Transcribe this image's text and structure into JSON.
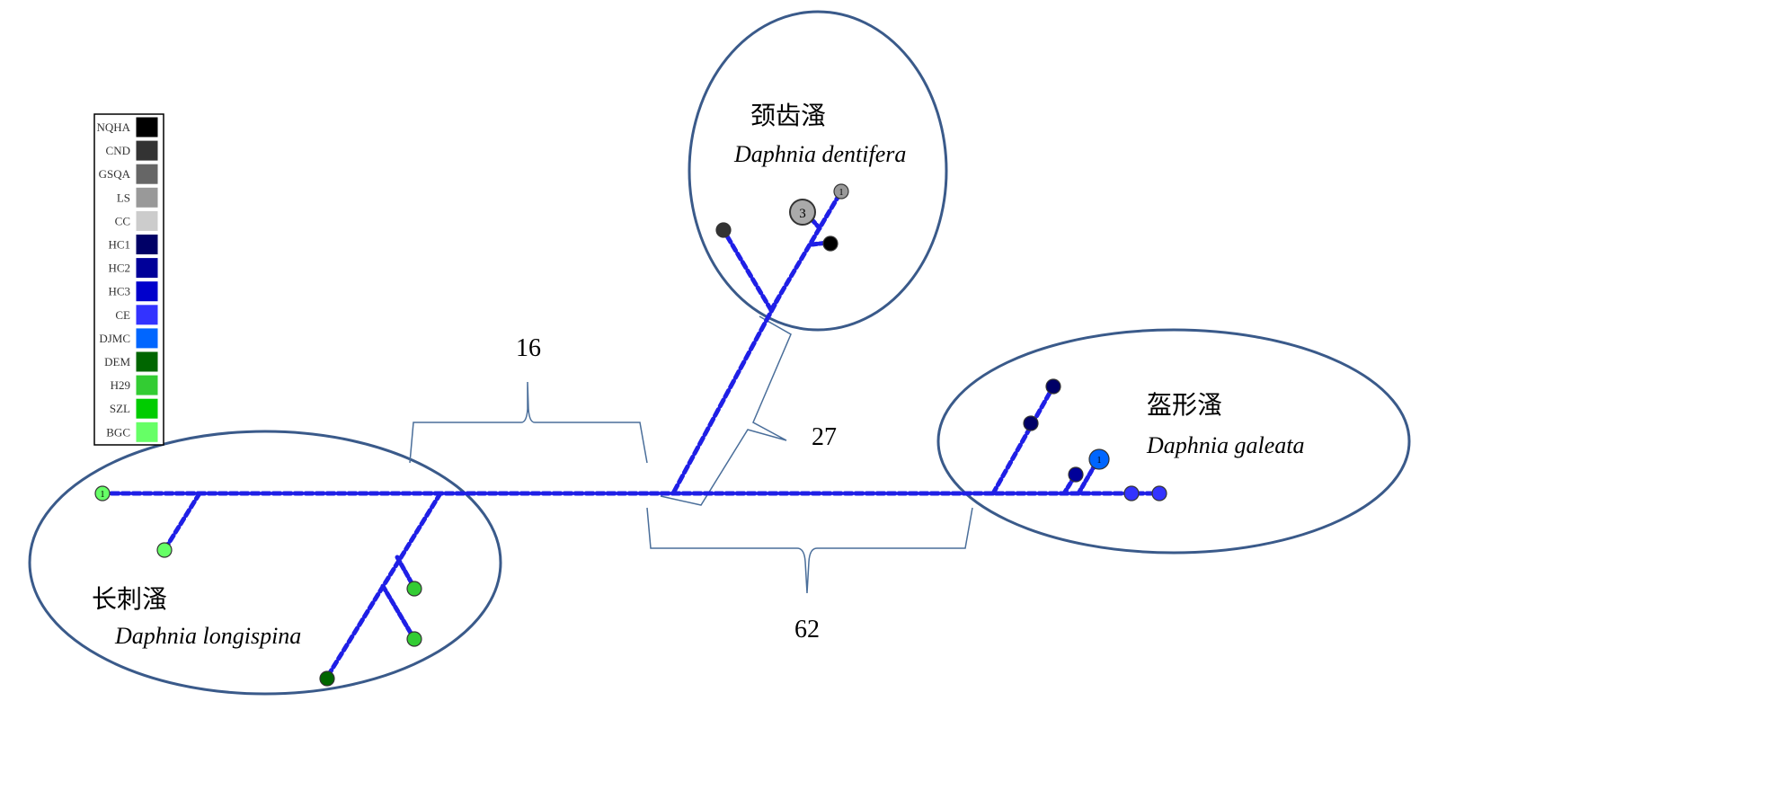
{
  "legend": [
    {
      "code": "NQHA",
      "color": "#000000"
    },
    {
      "code": "CND",
      "color": "#333333"
    },
    {
      "code": "GSQA",
      "color": "#666666"
    },
    {
      "code": "LS",
      "color": "#999999"
    },
    {
      "code": "CC",
      "color": "#cccccc"
    },
    {
      "code": "HC1",
      "color": "#000066"
    },
    {
      "code": "HC2",
      "color": "#000099"
    },
    {
      "code": "HC3",
      "color": "#0000cc"
    },
    {
      "code": "CE",
      "color": "#3333ff"
    },
    {
      "code": "DJMC",
      "color": "#0066ff"
    },
    {
      "code": "DEM",
      "color": "#006600"
    },
    {
      "code": "H29",
      "color": "#33cc33"
    },
    {
      "code": "SZL",
      "color": "#00cc00"
    },
    {
      "code": "BGC",
      "color": "#66ff66"
    }
  ],
  "clades": {
    "dentifera": {
      "cn": "颈齿溞",
      "latin": "Daphnia dentifera"
    },
    "galeata": {
      "cn": "盔形溞",
      "latin": "Daphnia galeata"
    },
    "longispina": {
      "cn": "长刺溞",
      "latin": "Daphnia longispina"
    }
  },
  "distances": {
    "left": "16",
    "upper": "27",
    "bottom": "62"
  },
  "nodes": {
    "ls_top_label": "1",
    "cc_big_label": "3",
    "bgc_left_label": "1",
    "djmc_label": "1"
  },
  "colors": {
    "branch": "#1f1fe6",
    "ellipse": "#3a5a8a",
    "bracket": "#4a6e9a"
  }
}
